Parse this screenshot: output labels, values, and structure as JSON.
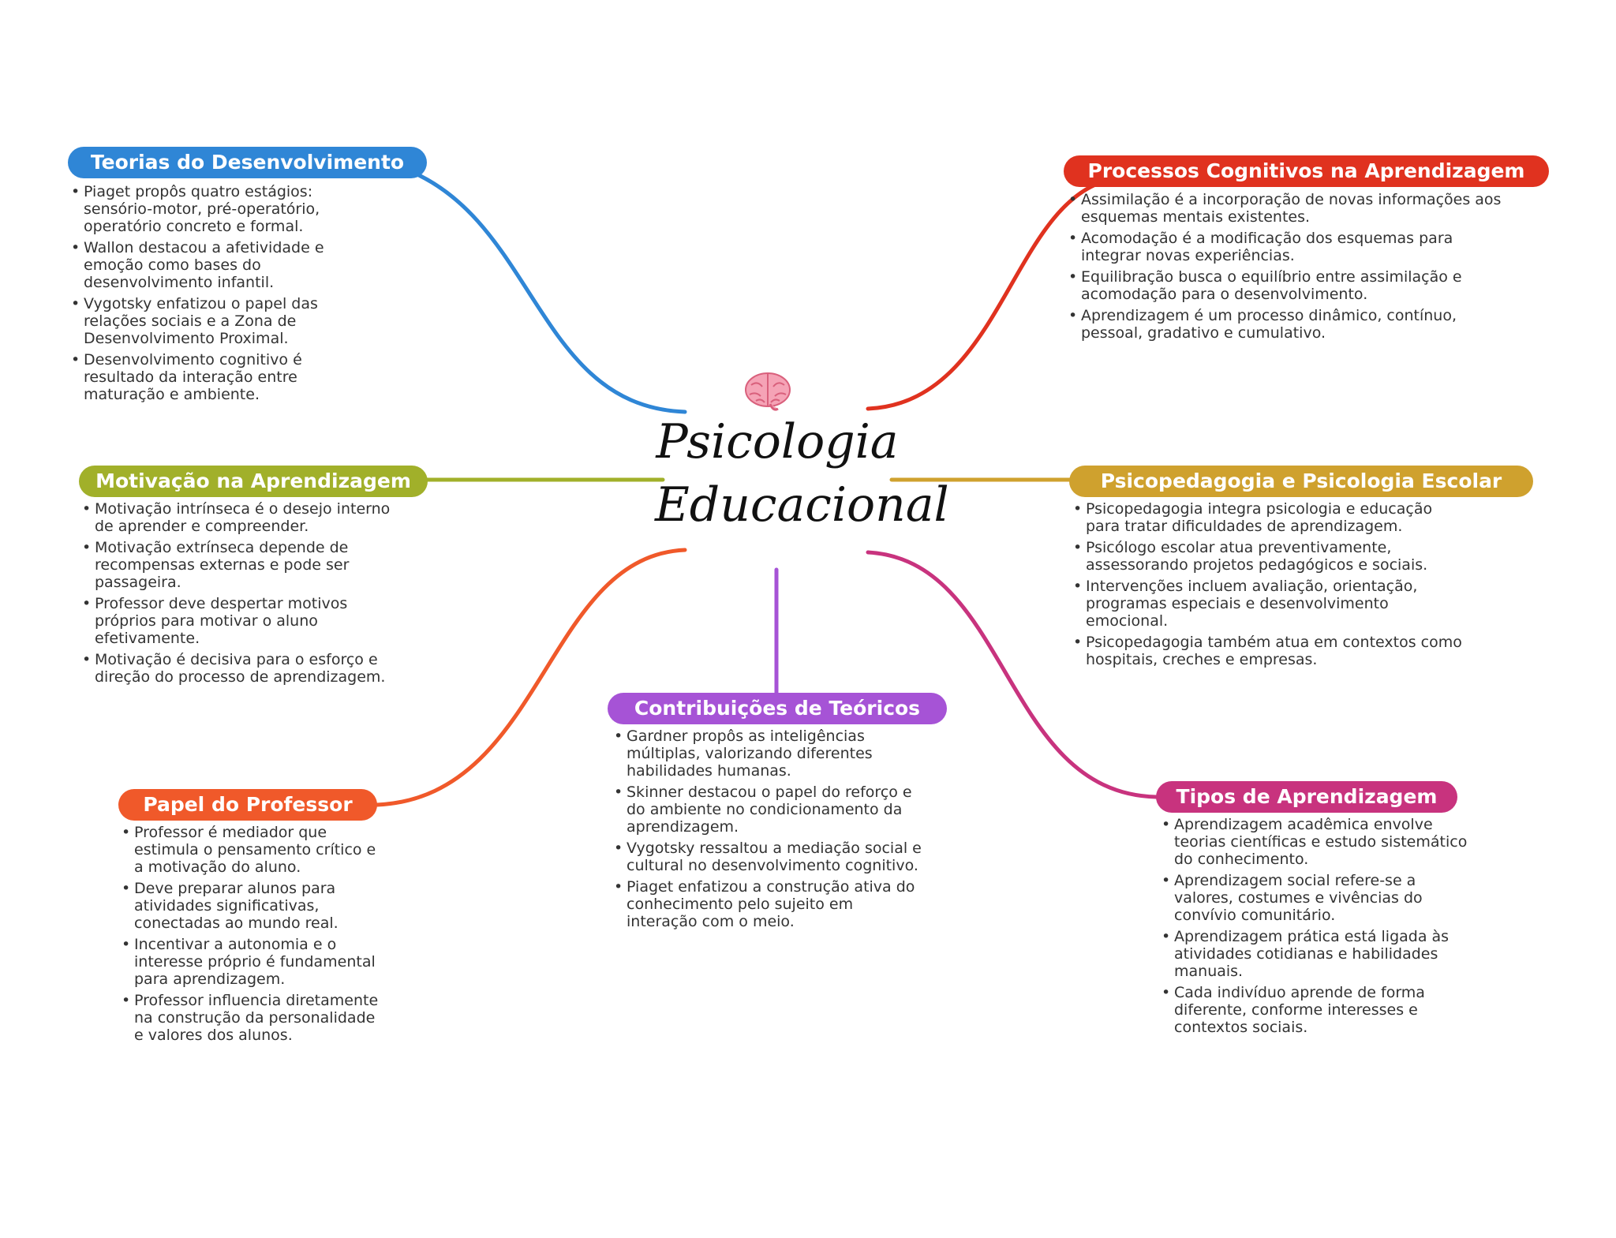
{
  "center": {
    "title_line1": "Psicologia",
    "title_line2": "Educacional",
    "icon": "brain-icon"
  },
  "branches": {
    "teorias": {
      "title": "Teorias do Desenvolvimento",
      "color": "#2f86d6",
      "items": [
        "Piaget propôs quatro estágios: sensório-motor, pré-operatório, operatório concreto e formal.",
        "Wallon destacou a afetividade e emoção como bases do desenvolvimento infantil.",
        "Vygotsky enfatizou o papel das relações sociais e a Zona de Desenvolvimento Proximal.",
        "Desenvolvimento cognitivo é resultado da interação entre maturação e ambiente."
      ]
    },
    "processos": {
      "title": "Processos Cognitivos na Aprendizagem",
      "color": "#e0321f",
      "items": [
        "Assimilação é a incorporação de novas informações aos esquemas mentais existentes.",
        "Acomodação é a modificação dos esquemas para integrar novas experiências.",
        "Equilibração busca o equilíbrio entre assimilação e acomodação para o desenvolvimento.",
        "Aprendizagem é um processo dinâmico, contínuo, pessoal, gradativo e cumulativo."
      ]
    },
    "motivacao": {
      "title": "Motivação na Aprendizagem",
      "color": "#a1b02a",
      "items": [
        "Motivação intrínseca é o desejo interno de aprender e compreender.",
        "Motivação extrínseca depende de recompensas externas e pode ser passageira.",
        "Professor deve despertar motivos próprios para motivar o aluno efetivamente.",
        "Motivação é decisiva para o esforço e direção do processo de aprendizagem."
      ]
    },
    "psicopedagogia": {
      "title": "Psicopedagogia e Psicologia Escolar",
      "color": "#cfa12e",
      "items": [
        "Psicopedagogia integra psicologia e educação para tratar dificuldades de aprendizagem.",
        "Psicólogo escolar atua preventivamente, assessorando projetos pedagógicos e sociais.",
        "Intervenções incluem avaliação, orientação, programas especiais e desenvolvimento emocional.",
        "Psicopedagogia também atua em contextos como hospitais, creches e empresas."
      ]
    },
    "contribuicoes": {
      "title": "Contribuições de Teóricos",
      "color": "#a653d6",
      "items": [
        "Gardner propôs as inteligências múltiplas, valorizando diferentes habilidades humanas.",
        "Skinner destacou o papel do reforço e do ambiente no condicionamento da aprendizagem.",
        "Vygotsky ressaltou a mediação social e cultural no desenvolvimento cognitivo.",
        "Piaget enfatizou a construção ativa do conhecimento pelo sujeito em interação com o meio."
      ]
    },
    "papel": {
      "title": "Papel do Professor",
      "color": "#f0592a",
      "items": [
        "Professor é mediador que estimula o pensamento crítico e a motivação do aluno.",
        "Deve preparar alunos para atividades significativas, conectadas ao mundo real.",
        "Incentivar a autonomia e o interesse próprio é fundamental para aprendizagem.",
        "Professor influencia diretamente na construção da personalidade e valores dos alunos."
      ]
    },
    "tipos": {
      "title": "Tipos de Aprendizagem",
      "color": "#c8337e",
      "items": [
        "Aprendizagem acadêmica envolve teorias científicas e estudo sistemático do conhecimento.",
        "Aprendizagem social refere-se a valores, costumes e vivências do convívio comunitário.",
        "Aprendizagem prática está ligada às atividades cotidianas e habilidades manuais.",
        "Cada indivíduo aprende de forma diferente, conforme interesses e contextos sociais."
      ]
    }
  }
}
